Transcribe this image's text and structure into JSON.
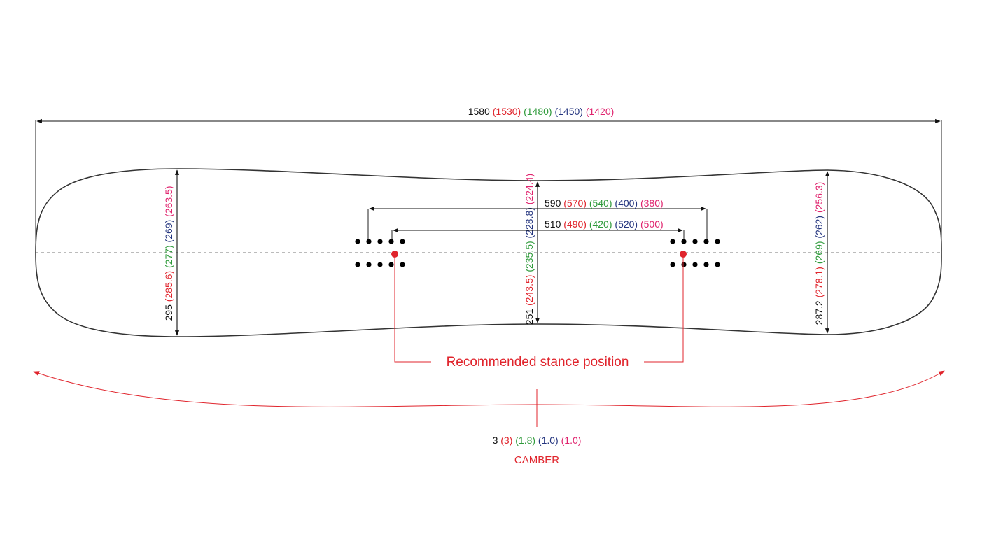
{
  "colors": {
    "black": "#111111",
    "red": "#e0242c",
    "green": "#2e9a3a",
    "blue": "#24357f",
    "pink": "#e0246e",
    "outline": "#333333",
    "centerline": "#777777",
    "stance": "#e0242c"
  },
  "dimensions": {
    "overall_length": [
      "1580",
      "(1530)",
      "(1480)",
      "(1450)",
      "(1420)"
    ],
    "outer_insert_span": [
      "590",
      "(570)",
      "(540)",
      "(400)",
      "(380)"
    ],
    "inner_insert_span": [
      "510",
      "(490)",
      "(420)",
      "(520)",
      "(500)"
    ],
    "nose_width": [
      "295",
      "(285.6)",
      "(277)",
      "(269)",
      "(263.5)"
    ],
    "waist_width": [
      "251",
      "(243.5)",
      "(235.5)",
      "(228.8)",
      "(224.4)"
    ],
    "tail_width": [
      "287.2",
      "(278.1)",
      "(269)",
      "(262)",
      "(256.3)"
    ],
    "camber": [
      "3",
      "(3)",
      "(1.8)",
      "(1.0)",
      "(1.0)"
    ]
  },
  "labels": {
    "stance": "Recommended stance position",
    "camber": "CAMBER"
  },
  "icons": {
    "stance_marker": "dot-icon",
    "insert_hole": "dot-icon",
    "dimension_arrow": "arrow-icon"
  }
}
